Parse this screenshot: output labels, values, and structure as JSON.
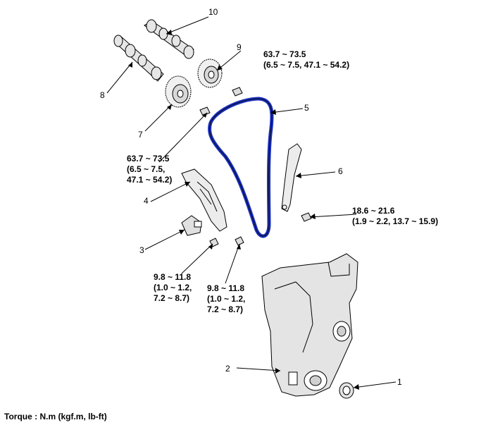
{
  "callouts": {
    "c1": "1",
    "c2": "2",
    "c3": "3",
    "c4": "4",
    "c5": "5",
    "c6": "6",
    "c7": "7",
    "c8": "8",
    "c9": "9",
    "c10": "10"
  },
  "torques": {
    "t9": [
      "63.7 ~ 73.5",
      "(6.5 ~ 7.5, 47.1 ~ 54.2)"
    ],
    "t7": [
      "63.7 ~ 73.5",
      "(6.5 ~ 7.5,",
      "47.1 ~ 54.2)"
    ],
    "t6": [
      "18.6 ~ 21.6",
      "(1.9 ~ 2.2, 13.7 ~ 15.9)"
    ],
    "t3": [
      "9.8 ~ 11.8",
      "(1.0 ~ 1.2,",
      "7.2 ~ 8.7)"
    ],
    "t4": [
      "9.8 ~ 11.8",
      "(1.0 ~ 1.2,",
      "7.2 ~ 8.7)"
    ]
  },
  "footer": {
    "torque_units": "Torque : N.m (kgf.m, lb-ft)"
  },
  "colors": {
    "chain": "#1a2fb8",
    "line": "#000000",
    "part_fill": "#e6e6e6"
  }
}
